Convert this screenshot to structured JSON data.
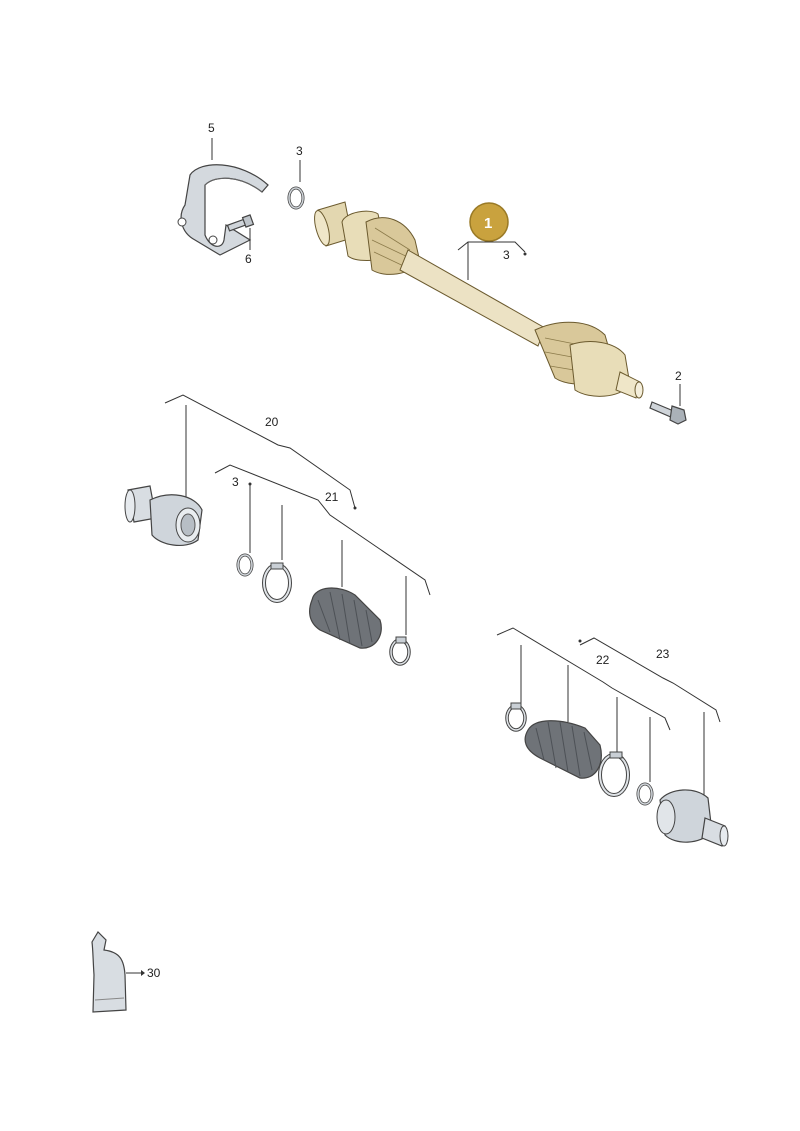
{
  "callouts": {
    "heat_shield": "5",
    "circlip_top": "3",
    "bolt_shield": "6",
    "badge": "1",
    "shaft_circlip": "3",
    "bolt_end": "2",
    "joint_set_inner": "20",
    "circlip_mid": "3",
    "boot_set_inner": "21",
    "boot_set_outer": "22",
    "joint_set_outer": "23",
    "grease": "30"
  },
  "colors": {
    "badge": "#c9a23e",
    "shaft": "#e8dcb8",
    "part": "#d8dde2"
  }
}
